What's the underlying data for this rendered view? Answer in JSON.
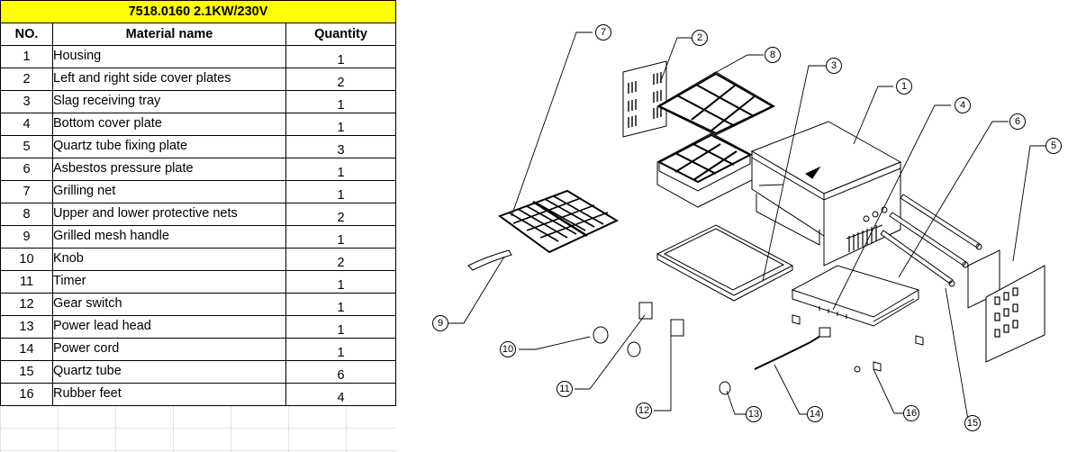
{
  "table": {
    "title": "7518.0160   2.1KW/230V",
    "headers": {
      "no": "NO.",
      "name": "Material name",
      "qty": "Quantity"
    },
    "rows": [
      {
        "no": "1",
        "name": "Housing",
        "qty": "1"
      },
      {
        "no": "2",
        "name": "Left and right side cover plates",
        "qty": "2"
      },
      {
        "no": "3",
        "name": "Slag receiving tray",
        "qty": "1"
      },
      {
        "no": "4",
        "name": "Bottom cover plate",
        "qty": "1"
      },
      {
        "no": "5",
        "name": "Quartz tube fixing plate",
        "qty": "3"
      },
      {
        "no": "6",
        "name": "Asbestos pressure plate",
        "qty": "1"
      },
      {
        "no": "7",
        "name": "Grilling net",
        "qty": "1"
      },
      {
        "no": "8",
        "name": "Upper and lower protective nets",
        "qty": "2"
      },
      {
        "no": "9",
        "name": "Grilled mesh handle",
        "qty": "1"
      },
      {
        "no": "10",
        "name": "Knob",
        "qty": "2"
      },
      {
        "no": "11",
        "name": "Timer",
        "qty": "1"
      },
      {
        "no": "12",
        "name": "Gear switch",
        "qty": "1"
      },
      {
        "no": "13",
        "name": "Power lead head",
        "qty": "1"
      },
      {
        "no": "14",
        "name": "Power cord",
        "qty": "1"
      },
      {
        "no": "15",
        "name": "Quartz tube",
        "qty": "6"
      },
      {
        "no": "16",
        "name": "Rubber feet",
        "qty": "4"
      }
    ]
  },
  "diagram": {
    "callouts": [
      "1",
      "2",
      "3",
      "4",
      "5",
      "6",
      "7",
      "8",
      "9",
      "10",
      "11",
      "12",
      "13",
      "14",
      "15",
      "16"
    ]
  },
  "colors": {
    "title_bg": "#ffff00",
    "line": "#000000",
    "grid": "#e3e3e3"
  }
}
